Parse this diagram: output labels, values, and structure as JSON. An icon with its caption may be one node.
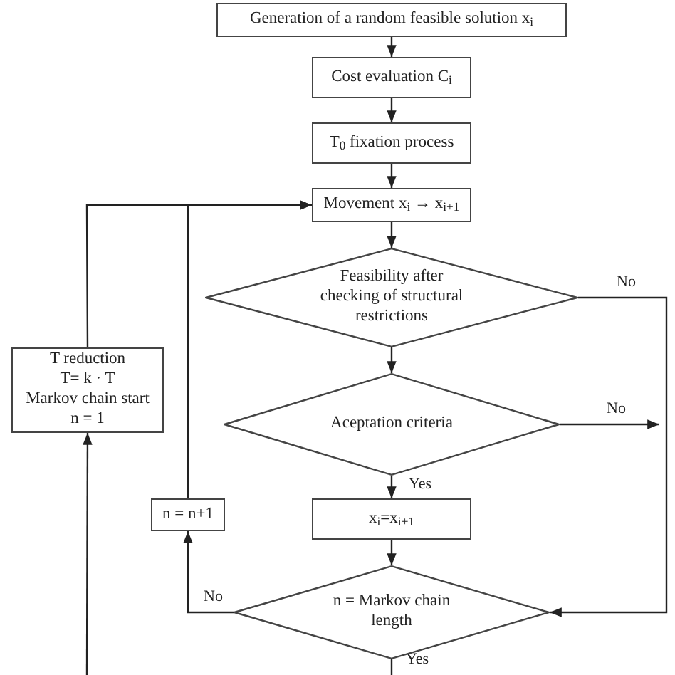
{
  "diagram": {
    "nodes": [
      {
        "text": [
          "Generation of a random feasible solution x$_{i}$"
        ]
      },
      {
        "text": [
          "Cost evaluation C$_{i}$"
        ]
      },
      {
        "text": [
          "T$_{0}$ fixation process"
        ]
      },
      {
        "text": [
          "Movement x$_{i}$ → x$_{i+1}$"
        ]
      },
      {
        "text": [
          "Feasibility after checking of structural restrictions"
        ]
      },
      {
        "text": [
          "Aceptation criteria"
        ]
      },
      {
        "text": [
          "x$_{i}$=x$_{i+1}$"
        ]
      },
      {
        "text": [
          "n = Markov chain length"
        ]
      },
      {
        "text": [
          "T reduction",
          "T= k · T",
          "Markov chain start",
          "n = 1"
        ]
      },
      {
        "text": [
          "n = n+1"
        ]
      }
    ],
    "edges": [
      {
        "from": 0,
        "to": 1,
        "arrow": "to"
      },
      {
        "from": 1,
        "to": 2,
        "arrow": "to"
      },
      {
        "from": 2,
        "to": 3,
        "arrow": "to"
      },
      {
        "from": 3,
        "to": 4,
        "arrow": "to"
      },
      {
        "from": 4,
        "to": 5,
        "arrow": "to"
      },
      {
        "from": 5,
        "to": 6,
        "arrow": "to",
        "label": "Yes"
      },
      {
        "from": 6,
        "to": 7,
        "arrow": "to"
      },
      {
        "from": 7,
        "to": 9,
        "arrow": "to",
        "label": "No"
      },
      {
        "from": 9,
        "to": 3,
        "arrow": "to"
      },
      {
        "from": 8,
        "to": 3,
        "arrow": "to"
      },
      {
        "from": 4,
        "to": 7,
        "arrow": "to",
        "label": "No"
      },
      {
        "from": 5,
        "to": null,
        "arrow": "to",
        "label": "No"
      },
      {
        "from": 7,
        "to": null,
        "arrow": "none",
        "label": "Yes"
      },
      {
        "from": null,
        "to": 8,
        "arrow": "to"
      }
    ]
  }
}
